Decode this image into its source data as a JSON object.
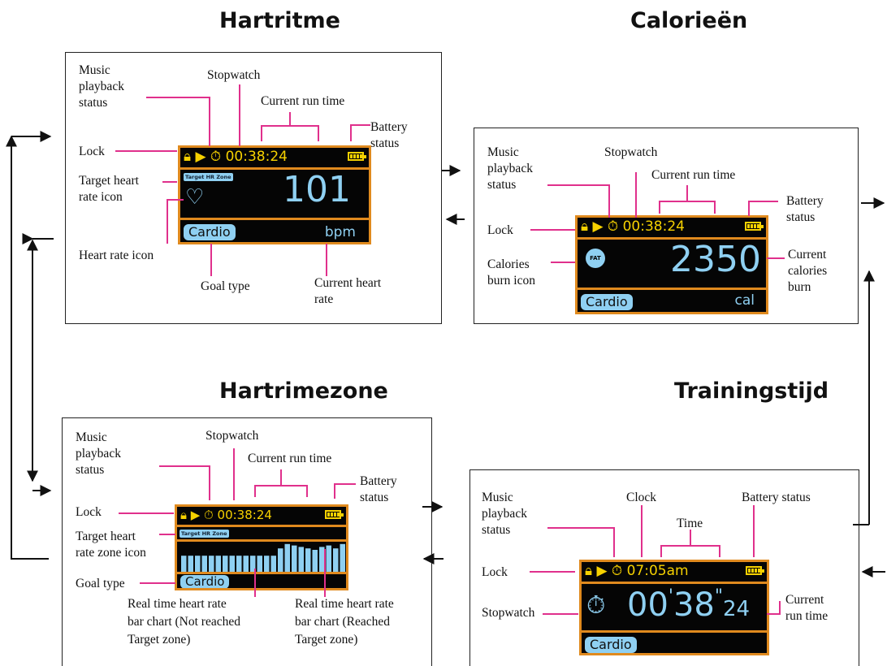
{
  "titles": {
    "hartritme": "Hartritme",
    "calorieen": "Calorieën",
    "hartrimezone": "Hartrimezone",
    "trainingstijd": "Trainingstijd"
  },
  "labels": {
    "music1": "Music",
    "music2": "playback",
    "music3": "status",
    "stopwatch": "Stopwatch",
    "current_run_time": "Current run time",
    "battery1": "Battery",
    "battery2": "status",
    "battery_status": "Battery status",
    "lock": "Lock",
    "target_hr_icon1": "Target heart",
    "target_hr_icon2": "rate icon",
    "target_hr_zone_icon2": "rate zone icon",
    "heart_rate_icon": "Heart rate icon",
    "goal_type": "Goal type",
    "current_hr1": "Current heart",
    "current_hr2": "rate",
    "calories_icon1": "Calories",
    "calories_icon2": "burn icon",
    "cur_cal1": "Current",
    "cur_cal2": "calories",
    "cur_cal3": "burn",
    "rt_bar1": "Real time heart rate",
    "rt_bar2": "bar chart (Not reached",
    "rt_bar3": "Target zone)",
    "rt_bar4": "bar chart (Reached",
    "clock": "Clock",
    "time": "Time",
    "current1": "Current",
    "current2": "run time"
  },
  "screens": {
    "status_time": "00:38:24",
    "clock_time": "07:05am",
    "target_hr_zone": "Target HR Zone",
    "heart_rate": "101",
    "bpm": "bpm",
    "calories": "2350",
    "cal": "cal",
    "goal": "Cardio",
    "sw_min": "00",
    "sw_sec": "38",
    "sw_hund": "24",
    "fat": "FAT"
  },
  "zone_bars": {
    "not_reached": [
      0.55,
      0.55,
      0.55,
      0.55,
      0.55,
      0.55,
      0.55,
      0.55,
      0.55,
      0.55,
      0.55,
      0.55,
      0.55,
      0.55
    ],
    "reached": [
      0.8,
      0.95,
      0.9,
      0.85,
      0.8,
      0.75,
      0.85,
      0.9,
      0.8,
      0.95
    ]
  },
  "colors": {
    "accent": "#e08a1e",
    "pink": "#e0308c",
    "screen_text": "#8fd0f2",
    "status": "#f6d100"
  }
}
